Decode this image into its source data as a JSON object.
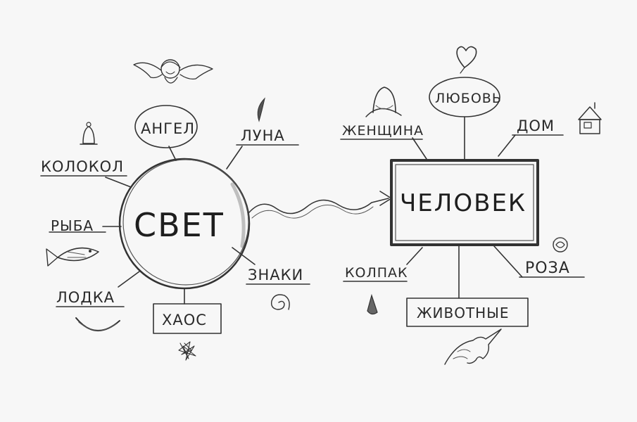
{
  "diagram": {
    "left_hub": {
      "label": "СВЕТ"
    },
    "right_hub": {
      "label": "ЧЕЛОВЕК"
    },
    "left_branches": {
      "angel": "АНГЕЛ",
      "moon": "ЛУНА",
      "bell": "КОЛОКОЛ",
      "fish": "РЫБА",
      "boat": "ЛОДКА",
      "chaos": "ХАОС",
      "signs": "ЗНАКИ"
    },
    "right_branches": {
      "love": "ЛЮБОВЬ",
      "woman": "ЖЕНЩИНА",
      "house": "ДОМ",
      "cap": "КОЛПАК",
      "animals": "ЖИВОТНЫЕ",
      "rose": "РОЗА"
    }
  }
}
